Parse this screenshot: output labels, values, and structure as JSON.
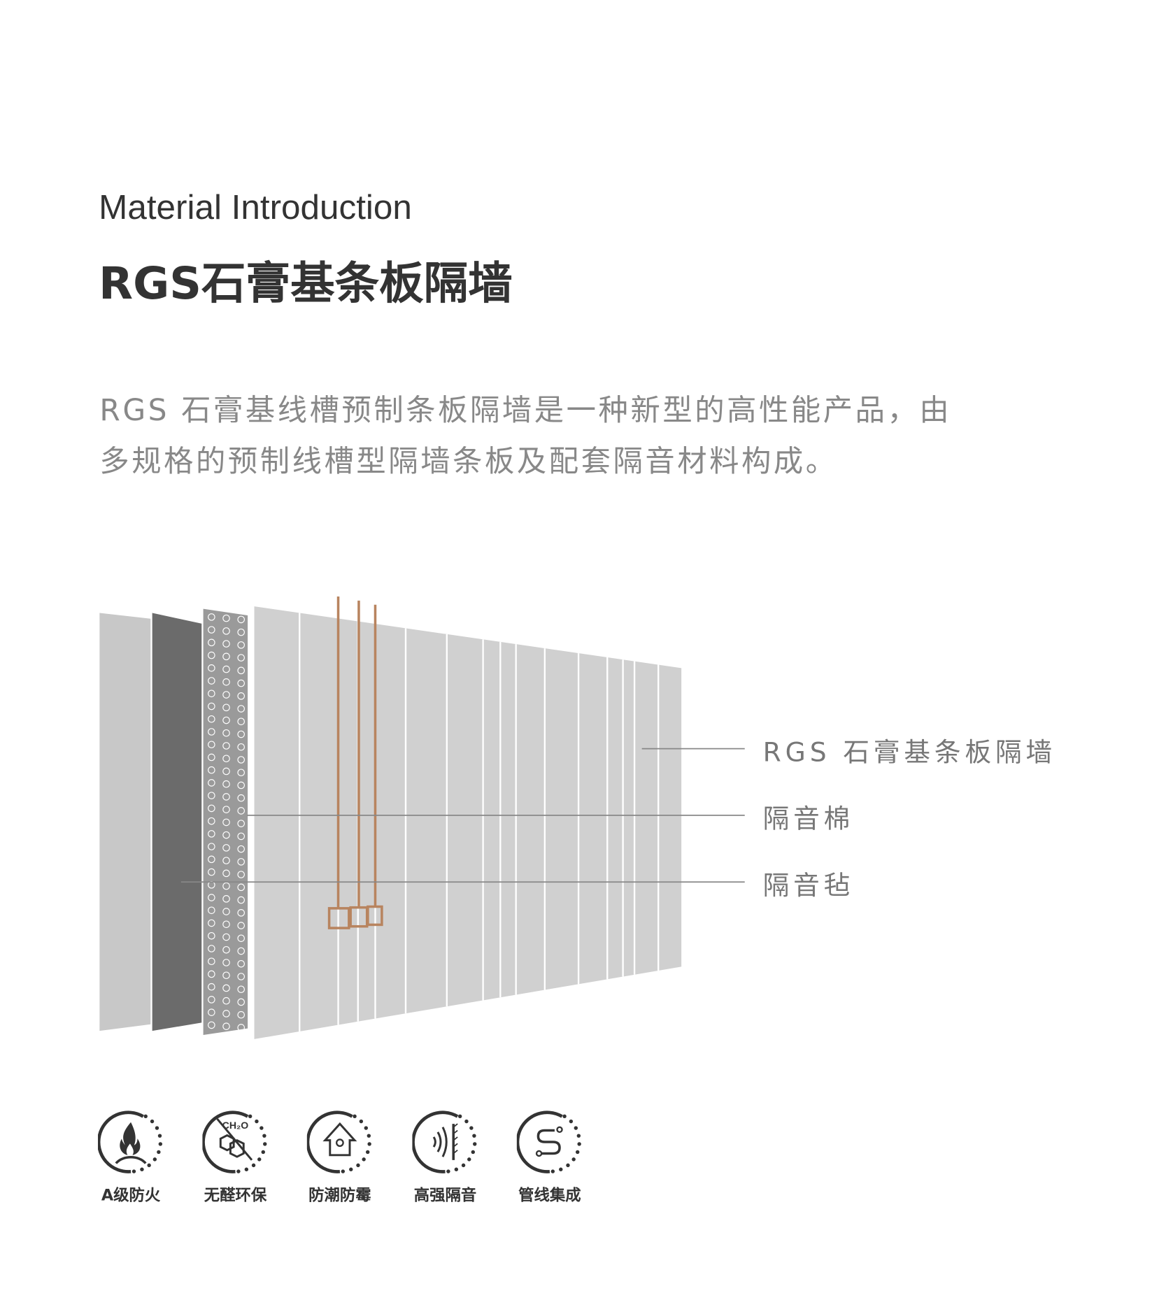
{
  "header": {
    "subtitle": "Material Introduction",
    "title": "RGS石膏基条板隔墙"
  },
  "description": {
    "line1": "RGS 石膏基线槽预制条板隔墙是一种新型的高性能产品，由",
    "line2": "多规格的预制线槽型隔墙条板及配套隔音材料构成。"
  },
  "diagram": {
    "labels": [
      "RGS 石膏基条板隔墙",
      "隔音棉",
      "隔音毡"
    ],
    "colors": {
      "panel_light": "#c8c8c8",
      "panel_dark": "#6b6b6b",
      "panel_mid": "#9a9a9a",
      "wall": "#d0d0d0",
      "wire": "#b8845f",
      "leader": "#888888"
    }
  },
  "features": [
    {
      "icon": "fire-icon",
      "label": "A级防火"
    },
    {
      "icon": "no-formaldehyde-icon",
      "label": "无醛环保",
      "icon_text": "CH₂O"
    },
    {
      "icon": "moisture-proof-house-icon",
      "label": "防潮防霉"
    },
    {
      "icon": "soundproof-icon",
      "label": "高强隔音"
    },
    {
      "icon": "pipeline-icon",
      "label": "管线集成"
    }
  ]
}
